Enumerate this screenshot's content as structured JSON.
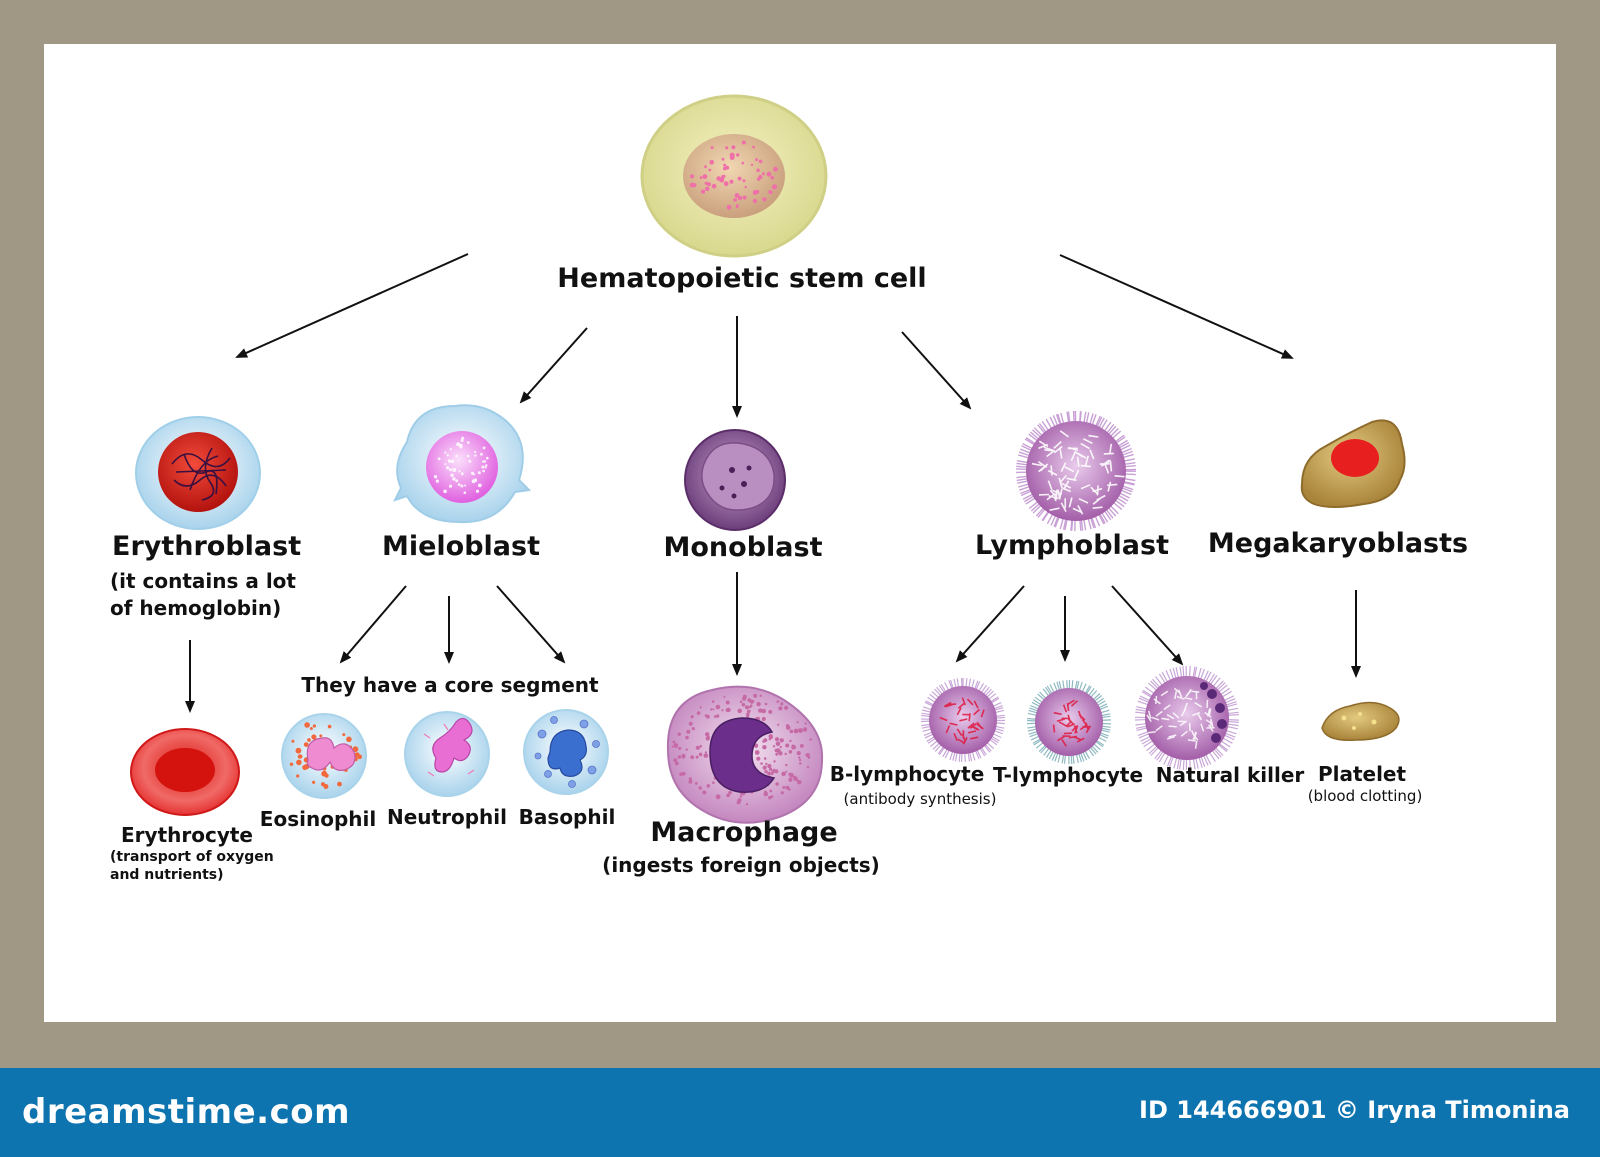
{
  "root": {
    "label": "Hematopoietic stem cell"
  },
  "erythroblast": {
    "label": "Erythroblast",
    "note_line1": "(it contains a lot",
    "note_line2": "of hemoglobin)"
  },
  "mieloblast": {
    "label": "Mieloblast",
    "group_note": "They have a core segment"
  },
  "monoblast": {
    "label": "Monoblast"
  },
  "lymphoblast": {
    "label": "Lymphoblast"
  },
  "megakaryoblasts": {
    "label": "Megakaryoblasts"
  },
  "erythrocyte": {
    "label": "Erythrocyte",
    "note_line1": "(transport of oxygen",
    "note_line2": "and nutrients)"
  },
  "eosinophil": {
    "label": "Eosinophil"
  },
  "neutrophil": {
    "label": "Neutrophil"
  },
  "basophil": {
    "label": "Basophil"
  },
  "macrophage": {
    "label": "Macrophage",
    "note": "(ingests foreign objects)"
  },
  "b_lymphocyte": {
    "label": "B-lymphocyte",
    "note": "(antibody synthesis)"
  },
  "t_lymphocyte": {
    "label": "T-lymphocyte"
  },
  "natural_killer": {
    "label": "Natural killer"
  },
  "platelet": {
    "label": "Platelet",
    "note": "(blood clotting)"
  },
  "footer": {
    "brand": "dreamstime.com",
    "credit": "ID 144666901 © Iryna Timonina"
  },
  "colors": {
    "frame": "#a09785",
    "footer": "#0e74b0",
    "panel": "#ffffff"
  }
}
